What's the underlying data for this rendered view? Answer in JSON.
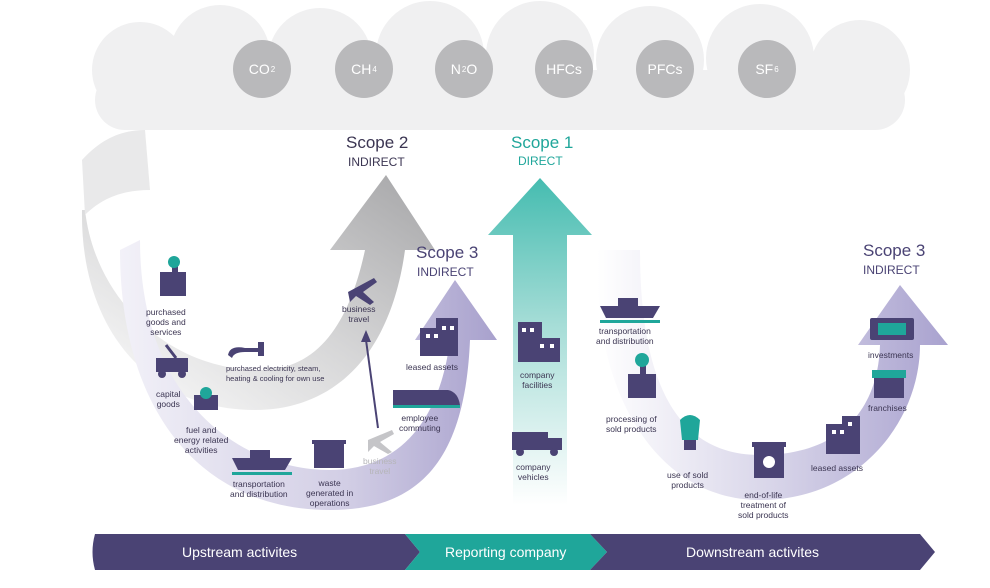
{
  "gases": [
    {
      "base": "CO",
      "sub": "2"
    },
    {
      "base": "CH",
      "sub": "4"
    },
    {
      "base": "N",
      "sub": "2",
      "suffix": "O"
    },
    {
      "base": "HFCs"
    },
    {
      "base": "PFCs"
    },
    {
      "base": "SF",
      "sub": "6"
    }
  ],
  "scopes": {
    "scope2": {
      "title": "Scope 2",
      "subtitle": "INDIRECT"
    },
    "scope1": {
      "title": "Scope 1",
      "subtitle": "DIRECT"
    },
    "scope3_upstream": {
      "title": "Scope 3",
      "subtitle": "INDIRECT"
    },
    "scope3_downstream": {
      "title": "Scope 3",
      "subtitle": "INDIRECT"
    }
  },
  "upstream_items": {
    "purchased_goods": "purchased\ngoods and\nservices",
    "capital_goods": "capital\ngoods",
    "fuel_energy": "fuel and\nenergy related\nactivities",
    "transport": "transportation\nand distribution",
    "waste": "waste\ngenerated in\noperations",
    "business_travel_faded": "business\ntravel",
    "employee_commuting": "employee\ncommuting",
    "leased_assets": "leased assets",
    "business_travel": "business\ntravel",
    "electricity": "purchased electricity, steam,\nheating & cooling for own use"
  },
  "reporting_items": {
    "facilities": "company\nfacilities",
    "vehicles": "company\nvehicles"
  },
  "downstream_items": {
    "transport": "transportation\nand distribution",
    "processing": "processing of\nsold products",
    "use": "use of sold\nproducts",
    "end_of_life": "end-of-life\ntreatment of\nsold products",
    "leased_assets": "leased assets",
    "franchises": "franchises",
    "investments": "investments"
  },
  "bottom_bar": {
    "upstream": "Upstream activites",
    "reporting": "Reporting company",
    "downstream": "Downstream activites"
  },
  "colors": {
    "purple": "#4a4374",
    "teal": "#1fa69a",
    "gray": "#b9b9bb",
    "lavender": "#c9c5de"
  }
}
